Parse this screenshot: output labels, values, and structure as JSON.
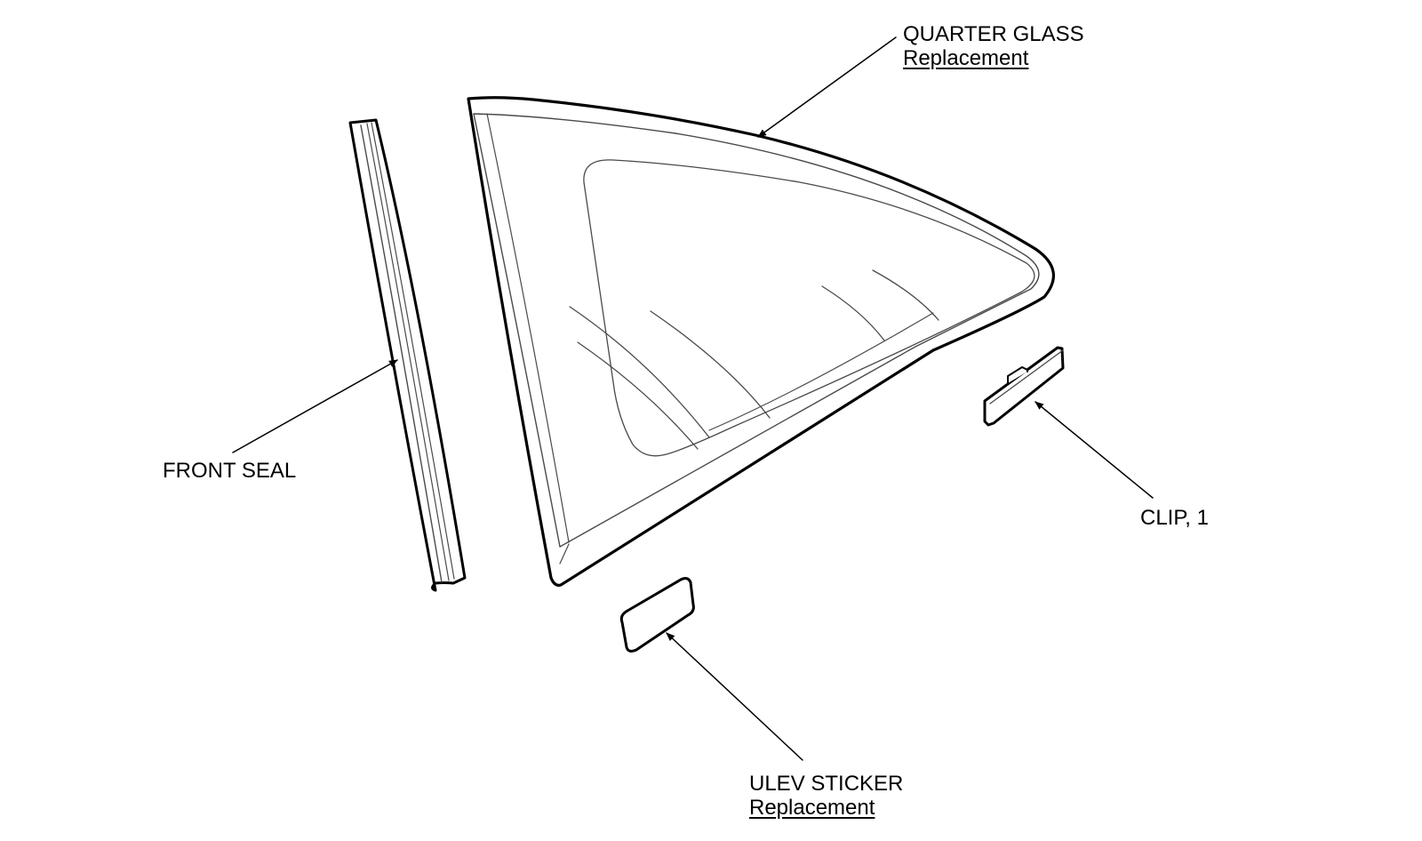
{
  "diagram": {
    "stroke_color": "#000000",
    "detail_color": "#4a4a4a",
    "background": "#ffffff",
    "parts": [
      {
        "id": "quarter-glass",
        "label": "QUARTER GLASS",
        "note": "Replacement"
      },
      {
        "id": "front-seal",
        "label": "FRONT SEAL"
      },
      {
        "id": "clip",
        "label": "CLIP, 1"
      },
      {
        "id": "ulev-sticker",
        "label": "ULEV STICKER",
        "note": "Replacement"
      }
    ]
  }
}
